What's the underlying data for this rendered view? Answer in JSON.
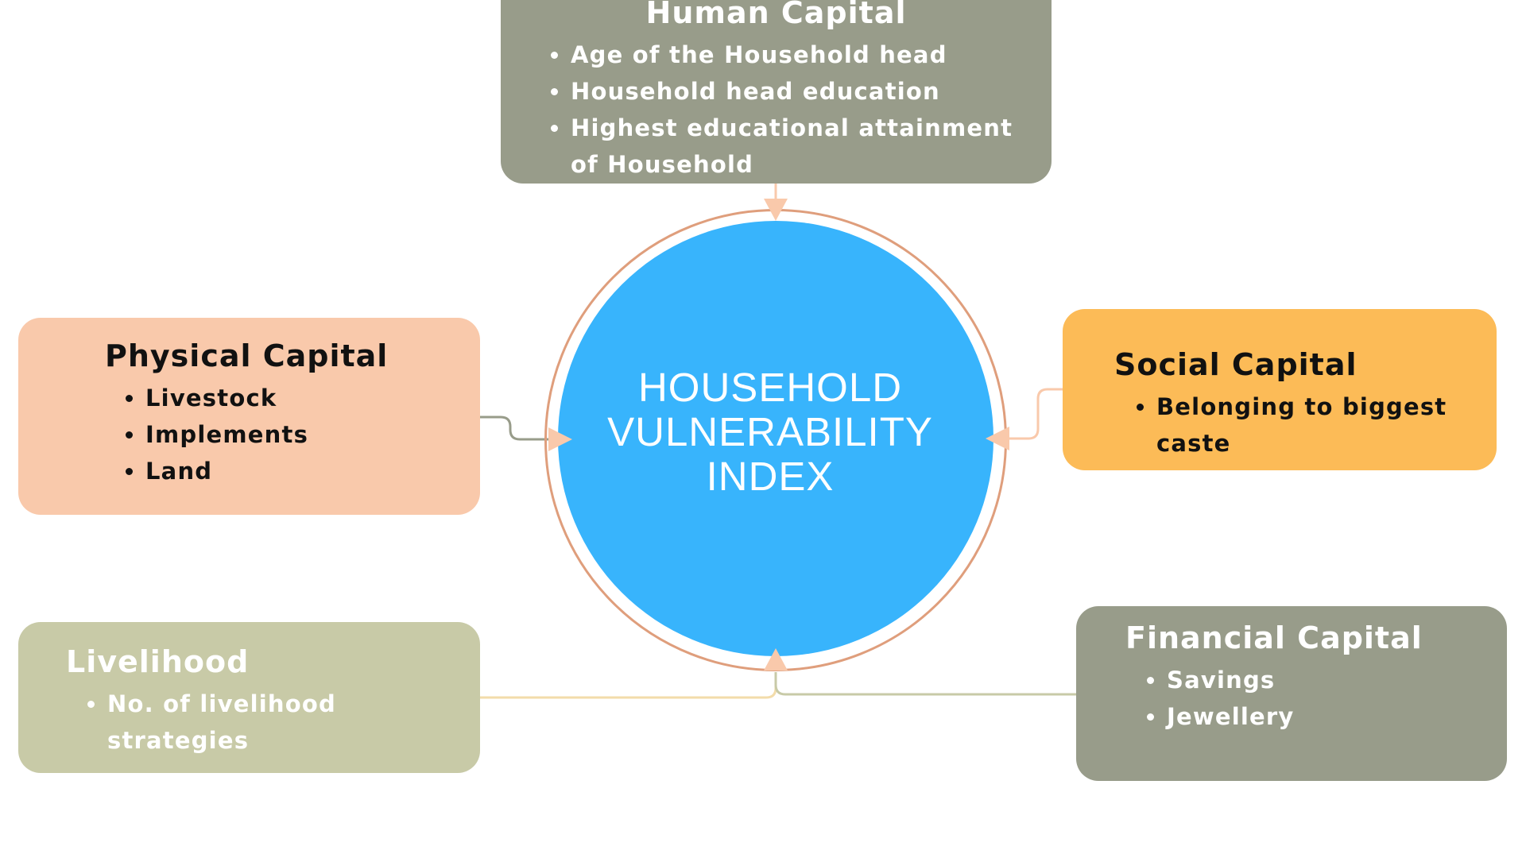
{
  "center": {
    "label": "HOUSEHOLD VULNERABILITY INDEX"
  },
  "human_capital": {
    "title": "Human Capital",
    "items": [
      "Age of the Household head",
      "Household head education",
      "Highest educational attainment of Household"
    ]
  },
  "physical_capital": {
    "title": "Physical Capital",
    "items": [
      "Livestock",
      "Implements",
      "Land"
    ]
  },
  "social_capital": {
    "title": "Social Capital",
    "items": [
      "Belonging to biggest caste"
    ]
  },
  "livelihood": {
    "title": "Livelihood",
    "items": [
      "No. of livelihood strategies"
    ]
  },
  "financial_capital": {
    "title": "Financial Capital",
    "items": [
      "Savings",
      "Jewellery"
    ]
  },
  "colors": {
    "center_fill": "#38b4fc",
    "ring": "#df9e7c",
    "human": "#989c8a",
    "physical": "#f9c9ab",
    "social": "#fcbb57",
    "livelihood": "#c8caa7",
    "financial": "#989c8a",
    "arrow": "#f9c9ab"
  }
}
